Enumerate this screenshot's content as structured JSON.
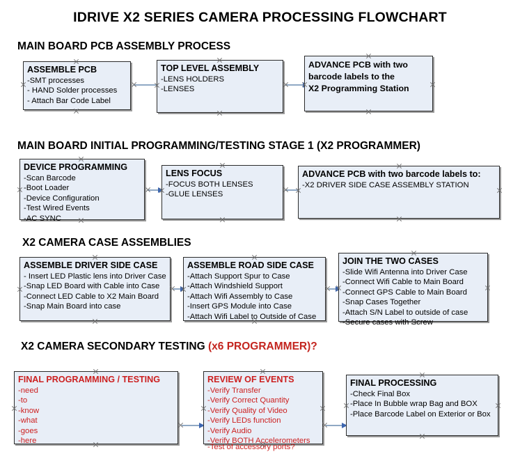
{
  "title": "IDRIVE X2  SERIES CAMERA PROCESSING FLOWCHART",
  "accent_color": "#cc2020",
  "box_fill": "#e8eef7",
  "connector_color": "#8fa8c4",
  "sections": [
    {
      "heading": "MAIN BOARD PCB ASSEMBLY PROCESS",
      "heading_accent": "",
      "boxes": [
        {
          "header": "ASSEMBLE PCB",
          "lines": [
            "-SMT processes",
            "- HAND Solder processes",
            "- Attach Bar Code Label"
          ],
          "style": "normal"
        },
        {
          "header": "TOP LEVEL ASSEMBLY",
          "lines": [
            "-LENS HOLDERS",
            "-LENSES"
          ],
          "style": "normal"
        },
        {
          "header": "",
          "lines": [
            "ADVANCE PCB with two",
            "barcode labels to the",
            " X2 Programming Station"
          ],
          "style": "allbold"
        }
      ]
    },
    {
      "heading": "MAIN BOARD INITIAL PROGRAMMING/TESTING STAGE 1 (X2 PROGRAMMER)",
      "heading_accent": "",
      "boxes": [
        {
          "header": "DEVICE PROGRAMMING",
          "lines": [
            "-Scan Barcode",
            "-Boot Loader",
            "-Device Configuration",
            "-Test Wired Events",
            "-AC SYNC"
          ],
          "style": "normal"
        },
        {
          "header": "LENS FOCUS",
          "lines": [
            "-FOCUS BOTH LENSES",
            "-GLUE LENSES"
          ],
          "style": "normal"
        },
        {
          "header": "ADVANCE PCB with two barcode labels to:",
          "lines": [
            "-X2 DRIVER  SIDE  CASE  ASSEMBLY STATION"
          ],
          "style": "normal"
        }
      ]
    },
    {
      "heading": "X2 CAMERA CASE ASSEMBLIES",
      "heading_accent": "",
      "boxes": [
        {
          "header": "ASSEMBLE DRIVER SIDE CASE",
          "lines": [
            "- Insert LED Plastic lens into Driver Case",
            "-Snap LED Board with Cable into Case",
            "-Connect LED Cable to X2 Main Board",
            "-Snap Main Board into case"
          ],
          "style": "normal"
        },
        {
          "header": "ASSEMBLE ROAD SIDE CASE",
          "lines": [
            "-Attach Support Spur to Case",
            "-Attach Windshield Support",
            "-Attach Wifi Assembly to Case",
            "-Insert GPS Module into Case",
            "-Attach Wifi Label to Outside of Case"
          ],
          "style": "normal"
        },
        {
          "header": "JOIN THE TWO CASES",
          "lines": [
            "-Slide Wifi Antenna into Driver Case",
            "-Connect Wifi Cable to Main Board",
            "-Connect GPS Cable to Main Board",
            "-Snap Cases Together",
            "-Attach S/N Label to outside of case",
            "-Secure cases with Screw"
          ],
          "style": "normal"
        }
      ]
    },
    {
      "heading": "X2 CAMERA SECONDARY TESTING ",
      "heading_accent": "(x6 PROGRAMMER)?",
      "boxes": [
        {
          "header": "FINAL PROGRAMMING / TESTING",
          "lines": [
            "-need",
            "-to",
            "-know",
            "-what",
            "-goes",
            "-here"
          ],
          "style": "red"
        },
        {
          "header": "REVIEW OF EVENTS",
          "lines": [
            "-Verify Transfer",
            "-Verify Correct Quantity",
            "-Verify Quality of Video",
            "-Verify LEDs function",
            "-Verify Audio",
            "-Verify BOTH Accelerometers"
          ],
          "overflow_line": "-Test of accessory ports?",
          "style": "red"
        },
        {
          "header": "FINAL PROCESSING",
          "lines": [
            " -Check Final Box",
            "-Place In Bubble wrap Bag and BOX",
            "-Place Barcode Label on Exterior or Box"
          ],
          "style": "normal"
        }
      ]
    }
  ]
}
